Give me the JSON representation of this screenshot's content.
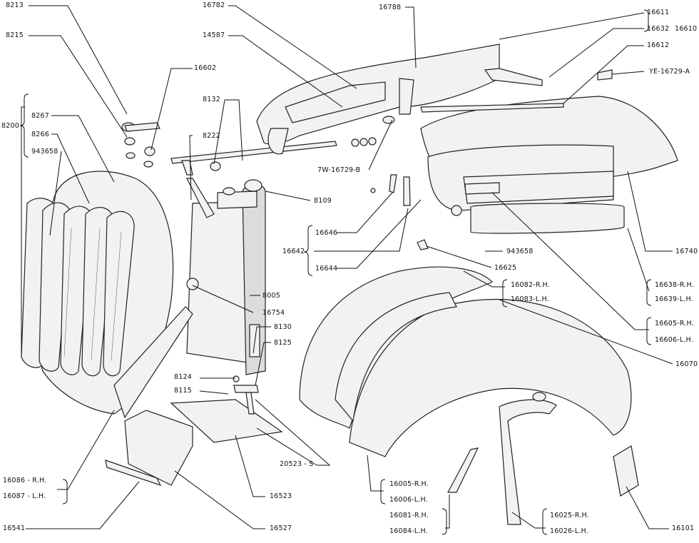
{
  "labels": {
    "l8213": "8213",
    "l8215": "8215",
    "l16602": "16602",
    "l16782": "16782",
    "l14587": "14587",
    "l16788": "16788",
    "l16611": "16611",
    "l16632": "16632",
    "l16610": "16610",
    "l16612": "16612",
    "lYE16729A": "YE-16729-A",
    "l8132": "8132",
    "l8222": "8222",
    "l8200": "8200",
    "l8267": "8267",
    "l8266": "8266",
    "l943658a": "943658",
    "l7W16729B": "7W-16729-B",
    "l8109": "8109",
    "l16646": "16646",
    "l16642": "16642",
    "l16644": "16644",
    "l943658b": "943658",
    "l16740": "16740",
    "l16625": "16625",
    "l16082": "16082-R.H.",
    "l16083": "16083-L.H.",
    "l8005": "8005",
    "l16754": "16754",
    "l16638": "16638-R.H.",
    "l16639": "16639-L.H.",
    "l16605": "16605-R.H.",
    "l16606": "16606-L.H.",
    "l8130": "8130",
    "l8125": "8125",
    "l16070": "16070",
    "l8124": "8124",
    "l8115": "8115",
    "l20523": "20523 - S",
    "l16086": "16086 - R.H.",
    "l16087": "16087 - L.H.",
    "l16005": "16005-R.H.",
    "l16006": "16006-L.H.",
    "l16523": "16523",
    "l16081": "16081-R.H.",
    "l16084": "16084-L.H.",
    "l16025": "16025-R.H.",
    "l16026": "16026-L.H.",
    "l16541": "16541",
    "l16527": "16527",
    "l16101": "16101"
  }
}
